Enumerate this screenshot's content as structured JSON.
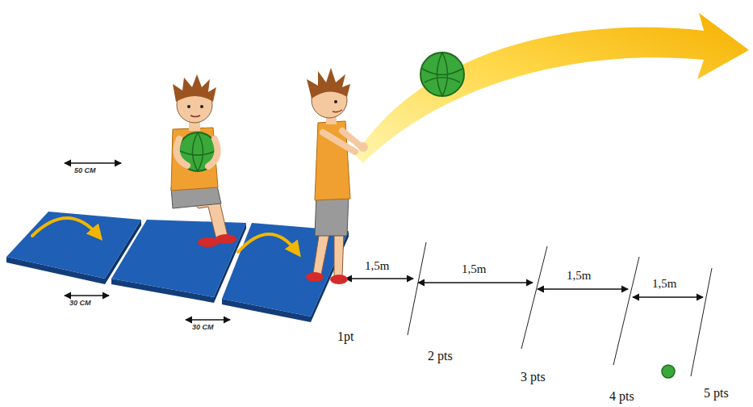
{
  "diagram": {
    "labels": [
      "50 CM",
      "30 CM",
      "30 CM",
      "1,5m",
      "1,5m",
      "1,5m",
      "1,5m",
      "1pt",
      "2 pts",
      "3 pts",
      "4 pts",
      "5 pts"
    ]
  }
}
